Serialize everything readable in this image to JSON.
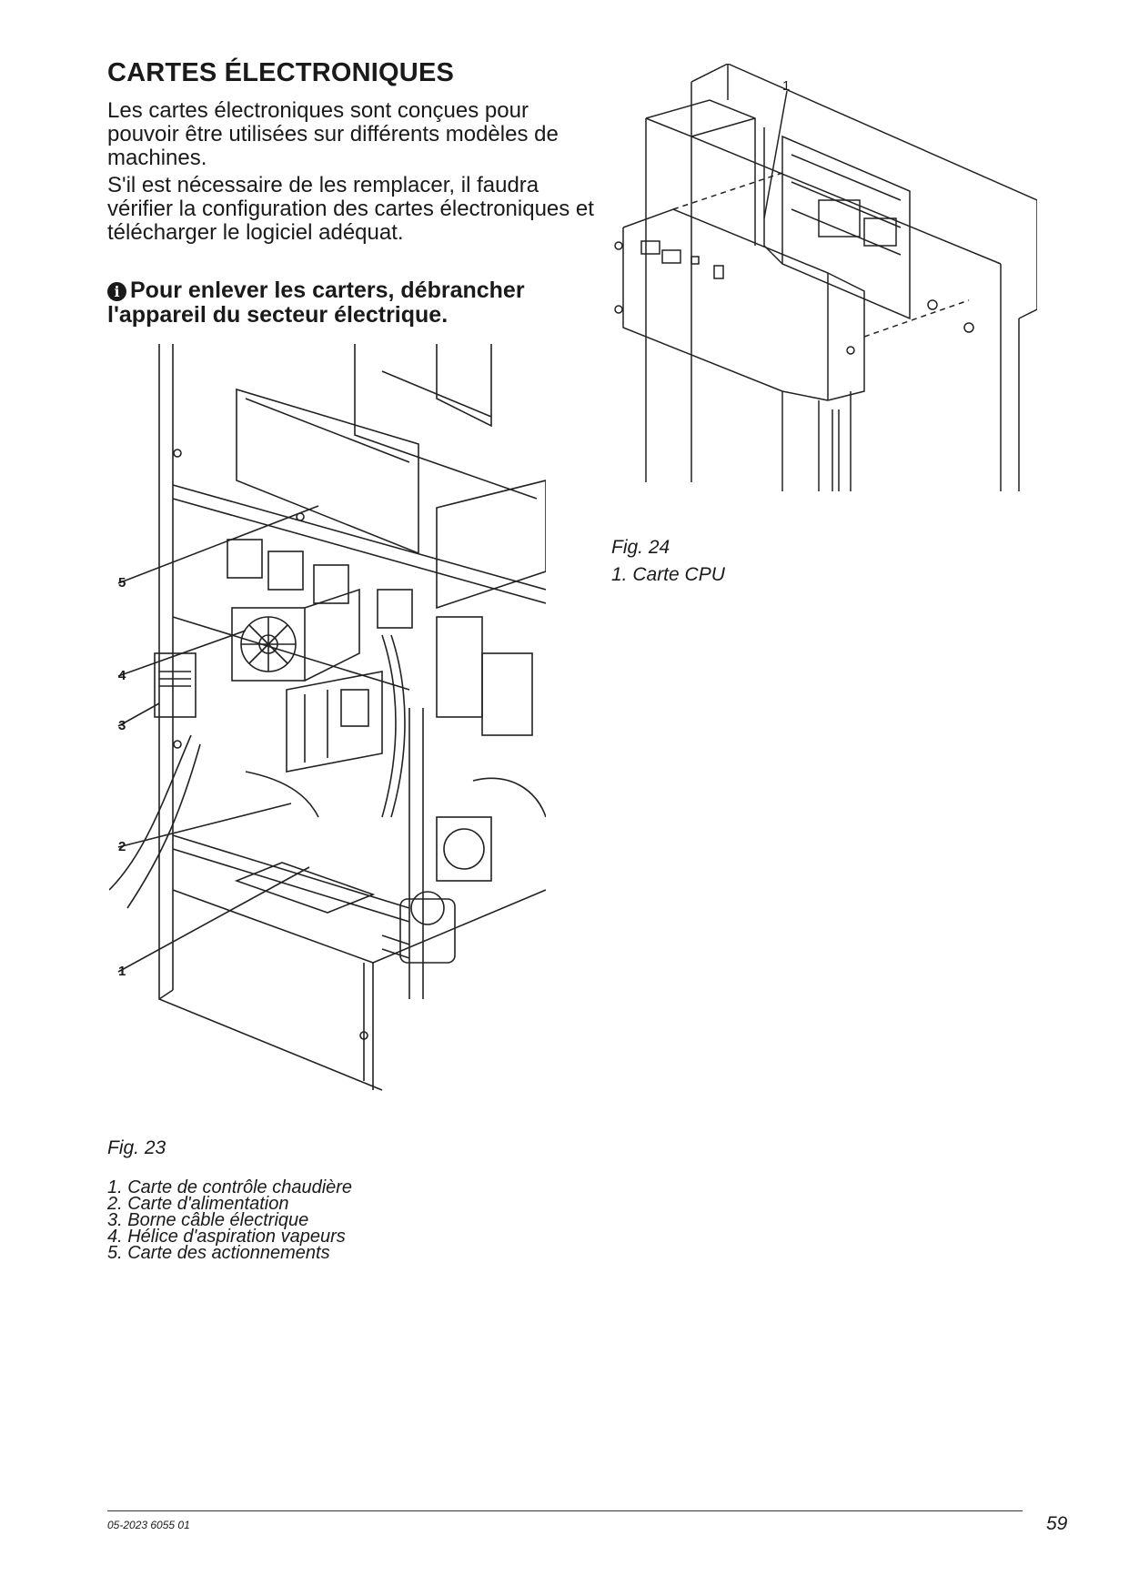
{
  "section_title": "CARTES ÉLECTRONIQUES",
  "paragraphs": [
    "Les cartes électroniques sont conçues pour pouvoir être utilisées sur différents modèles de machines.",
    "S'il est nécessaire de les remplacer, il faudra vérifier la configuration des cartes électroniques et télécharger le logiciel adéquat."
  ],
  "warning": {
    "icon": "info-icon",
    "text": "Pour enlever les carters, débrancher l'appareil du secteur électrique."
  },
  "fig23": {
    "label": "Fig. 23",
    "callouts": [
      "5",
      "4",
      "3",
      "2",
      "1"
    ],
    "legend": [
      "1.  Carte de contrôle chaudière",
      "2.  Carte d'alimentation",
      "3.  Borne câble électrique",
      "4.  Hélice d'aspiration vapeurs",
      "5.  Carte des actionnements"
    ]
  },
  "fig24": {
    "label": "Fig. 24",
    "callout": "1",
    "legend": [
      "1.  Carte CPU"
    ]
  },
  "footer": {
    "reference": "05-2023 6055 01",
    "page_number": "59"
  }
}
